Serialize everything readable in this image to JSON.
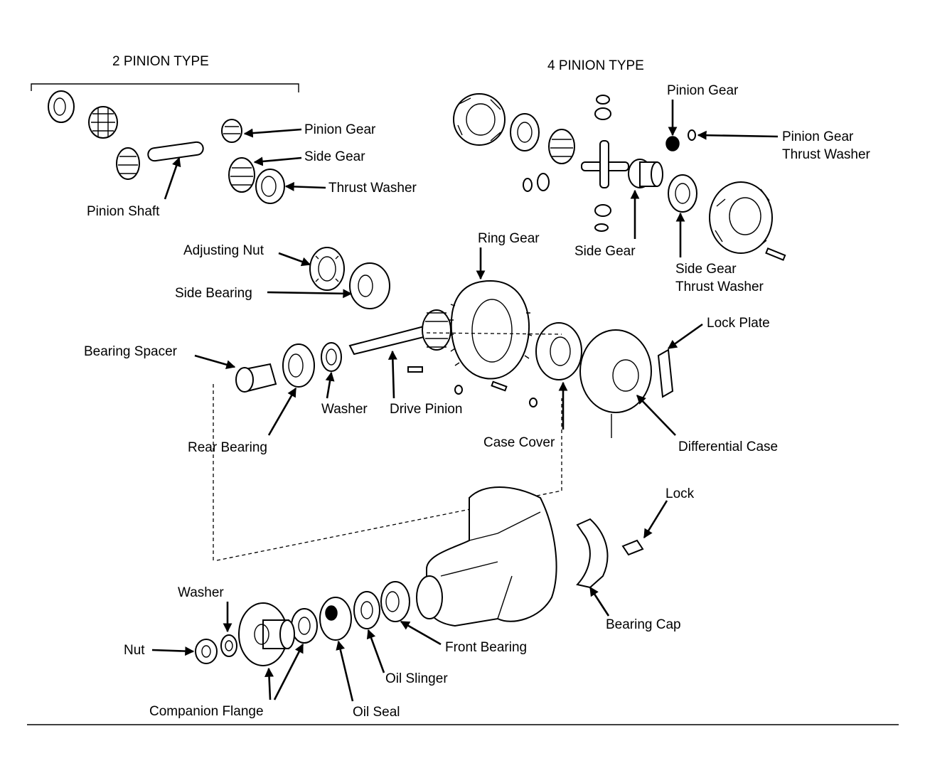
{
  "groups": {
    "two_pinion": "2 PINION TYPE",
    "four_pinion": "4 PINION TYPE"
  },
  "labels": {
    "pinion_gear_2": "Pinion Gear",
    "side_gear_2": "Side Gear",
    "thrust_washer_2": "Thrust Washer",
    "pinion_shaft": "Pinion Shaft",
    "pinion_gear_4": "Pinion Gear",
    "pinion_gear_thrust_washer_l1": "Pinion Gear",
    "pinion_gear_thrust_washer_l2": "Thrust Washer",
    "side_gear_4": "Side Gear",
    "side_gear_thrust_washer_l1": "Side Gear",
    "side_gear_thrust_washer_l2": "Thrust Washer",
    "adjusting_nut": "Adjusting Nut",
    "side_bearing": "Side Bearing",
    "ring_gear": "Ring Gear",
    "lock_plate": "Lock Plate",
    "bearing_spacer": "Bearing Spacer",
    "washer_mid": "Washer",
    "drive_pinion": "Drive Pinion",
    "rear_bearing": "Rear Bearing",
    "case_cover": "Case Cover",
    "differential_case": "Differential Case",
    "lock": "Lock",
    "washer_low": "Washer",
    "bearing_cap": "Bearing Cap",
    "front_bearing": "Front Bearing",
    "nut": "Nut",
    "oil_slinger": "Oil Slinger",
    "companion_flange": "Companion Flange",
    "oil_seal": "Oil Seal"
  }
}
